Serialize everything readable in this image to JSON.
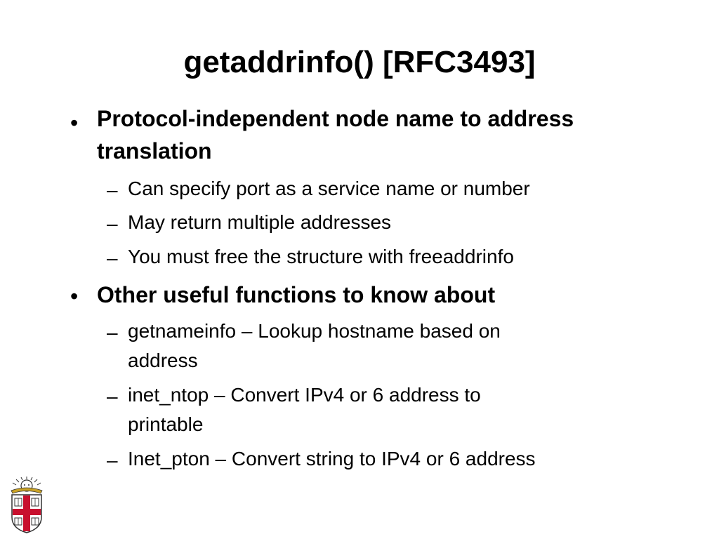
{
  "slide": {
    "title": "getaddrinfo() [RFC3493]",
    "bullet_symbol": "•",
    "dash_symbol": "–",
    "points": [
      {
        "text": "Protocol-independent node name to address translation",
        "sub": [
          {
            "lines": [
              "Can specify port as a service name or number"
            ]
          },
          {
            "lines": [
              "May return multiple addresses"
            ]
          },
          {
            "lines": [
              "You must free the structure with freeaddrinfo"
            ]
          }
        ]
      },
      {
        "text": "Other useful functions to know about",
        "sub": [
          {
            "lines": [
              "getnameinfo – Lookup hostname based on",
              "address"
            ]
          },
          {
            "lines": [
              "inet_ntop – Convert IPv4 or 6 address to",
              "printable"
            ]
          },
          {
            "lines": [
              "Inet_pton – Convert string to IPv4 or 6 address"
            ]
          }
        ]
      }
    ]
  },
  "logo": {
    "icon": "university-shield-icon",
    "colors": {
      "cross": "#c8102e",
      "gold": "#c9a227",
      "outline": "#333333"
    }
  }
}
